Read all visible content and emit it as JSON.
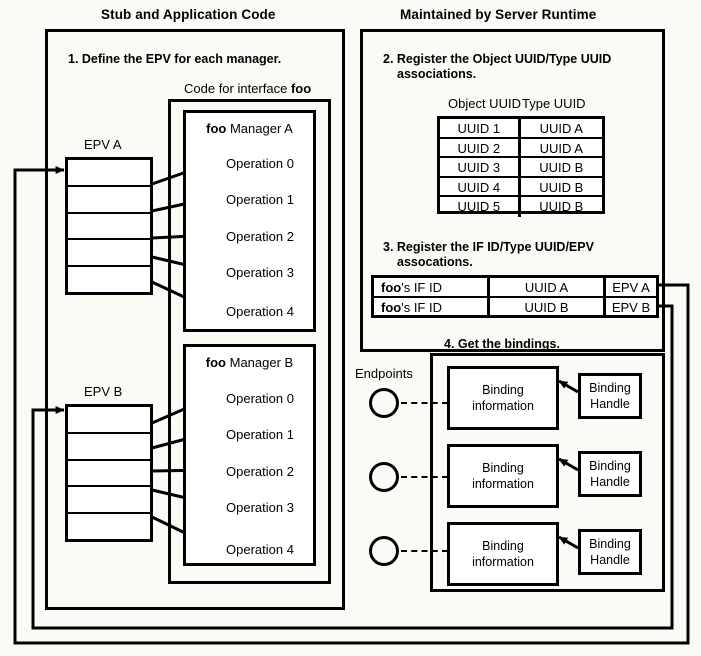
{
  "titles": {
    "left": "Stub and Application Code",
    "right": "Maintained by Server Runtime"
  },
  "steps": {
    "step1": "1. Define the EPV for each manager.",
    "step2_line1": "2. Register the Object UUID/Type UUID",
    "step2_line2": "associations.",
    "step3_line1": "3. Register the IF ID/Type UUID/EPV",
    "step3_line2": "assocations.",
    "step4": "4. Get the bindings."
  },
  "left_panel": {
    "interface_box_label_pre": "Code for interface ",
    "interface_box_label_bold": "foo",
    "epv_a_label": "EPV A",
    "epv_b_label": "EPV B",
    "manager_a": {
      "bold": "foo",
      "rest": " Manager A",
      "operations": [
        "Operation 0",
        "Operation 1",
        "Operation 2",
        "Operation 3",
        "Operation 4"
      ]
    },
    "manager_b": {
      "bold": "foo",
      "rest": " Manager B",
      "operations": [
        "Operation 0",
        "Operation 1",
        "Operation 2",
        "Operation 3",
        "Operation 4"
      ]
    },
    "epv_slot_count": 5
  },
  "right_panel": {
    "uuid_table": {
      "headers": [
        "Object UUID",
        "Type UUID"
      ],
      "rows": [
        [
          "UUID 1",
          "UUID A"
        ],
        [
          "UUID 2",
          "UUID A"
        ],
        [
          "UUID 3",
          "UUID B"
        ],
        [
          "UUID 4",
          "UUID B"
        ],
        [
          "UUID 5",
          "UUID B"
        ]
      ]
    },
    "ifid_table": {
      "rows": [
        {
          "ifid_bold": "foo",
          "ifid_rest": "'s IF ID",
          "type_uuid": "UUID A",
          "epv": "EPV A"
        },
        {
          "ifid_bold": "foo",
          "ifid_rest": "'s IF ID",
          "type_uuid": "UUID B",
          "epv": "EPV B"
        }
      ]
    },
    "endpoints_label": "Endpoints",
    "bindings": [
      {
        "info": "Binding\ninformation",
        "info_l1": "Binding",
        "info_l2": "information",
        "handle_l1": "Binding",
        "handle_l2": "Handle"
      },
      {
        "info": "Binding\ninformation",
        "info_l1": "Binding",
        "info_l2": "information",
        "handle_l1": "Binding",
        "handle_l2": "Handle"
      },
      {
        "info": "Binding\ninformation",
        "info_l1": "Binding",
        "info_l2": "information",
        "handle_l1": "Binding",
        "handle_l2": "Handle"
      }
    ]
  },
  "colors": {
    "ink": "#000000",
    "paper": "#fbfbf6",
    "box_fill": "#ffffff"
  }
}
